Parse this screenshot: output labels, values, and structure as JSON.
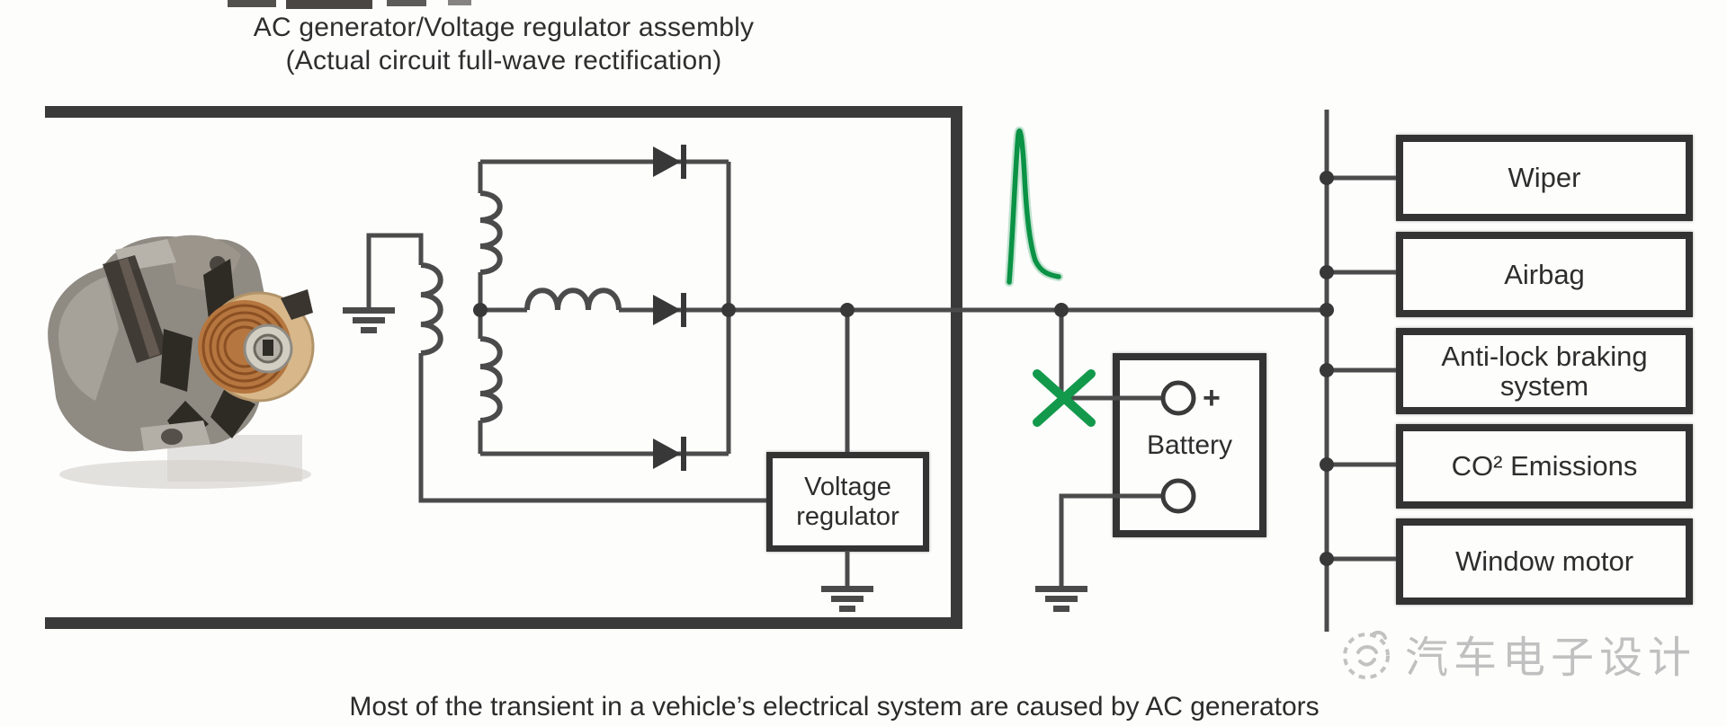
{
  "title": {
    "line1": "AC generator/Voltage regulator assembly",
    "line2": "(Actual circuit full-wave rectification)"
  },
  "caption": "Most of the transient in a vehicle’s electrical system are caused by AC generators",
  "generator_block": {
    "voltage_regulator_label": "Voltage regulator"
  },
  "battery": {
    "label": "Battery",
    "positive_label": "+"
  },
  "loads": [
    {
      "label": "Wiper"
    },
    {
      "label": "Airbag"
    },
    {
      "label": "Anti-lock braking system"
    },
    {
      "label": "CO² Emissions"
    },
    {
      "label": "Window motor"
    }
  ],
  "watermark": {
    "text": "汽车电子设计"
  },
  "colors": {
    "wire": "#4b4b4b",
    "box_border": "#333333",
    "bracket": "#3a3a3a",
    "accent_green": "#0f9447",
    "watermark": "#b6b6b6",
    "text": "#2d2d2d"
  },
  "icons": {
    "transient-spike-icon": "green voltage surge curve",
    "fault-cross-icon": "green X mark on battery wire",
    "ground-icon": "three-bar earth ground symbol",
    "diode-icon": "filled triangle with cathode bar",
    "coil-icon": "three-bump winding",
    "inductor-icon": "three-hump horizontal winding",
    "junction-dot-icon": "solid connection dot",
    "battery-terminal-icon": "open circle terminal",
    "alternator-photo": "photograph of an automotive AC generator with copper pulley",
    "watermark-logo-icon": "dashed circular logo"
  }
}
